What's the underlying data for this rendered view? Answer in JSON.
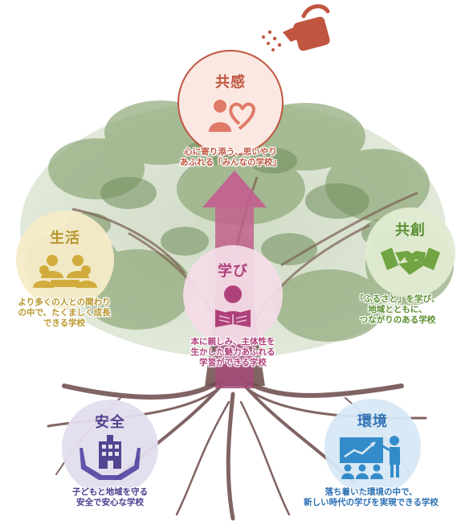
{
  "colors": {
    "kyokan": "#c0563f",
    "seikatsu": "#b8952a",
    "manabi": "#b0407a",
    "kyoso": "#5a8f2e",
    "anzen": "#4a3a8c",
    "kankyo": "#2a6fb3",
    "trunk": "#6b4a48",
    "leaf": "#8fa879"
  },
  "nodes": {
    "kyokan": {
      "title": "共感",
      "icon": "person-heart-icon",
      "caption": [
        "心に寄り添う、思いやり",
        "あふれる「みんなの学校」"
      ]
    },
    "seikatsu": {
      "title": "生活",
      "icon": "group-people-icon",
      "caption": [
        "より多くの人との関わり",
        "の中で、たくましく成長",
        "できる学校"
      ]
    },
    "manabi": {
      "title": "学び",
      "icon": "reading-person-icon",
      "caption": [
        "本に親しみ、主体性を",
        "生かした魅力あふれる",
        "学習ができる学校"
      ]
    },
    "kyoso": {
      "title": "共創",
      "icon": "handshake-icon",
      "caption": [
        "「ふるさと」を学び、",
        "地域とともに、",
        "つながりのある学校"
      ]
    },
    "anzen": {
      "title": "安全",
      "icon": "hands-building-icon",
      "caption": [
        "子どもと地域を守る",
        "安全で安心な学校"
      ]
    },
    "kankyo": {
      "title": "環境",
      "icon": "presentation-icon",
      "caption": [
        "落ち着いた環境の中で、",
        "新しい時代の学びを実現できる学校"
      ]
    }
  },
  "decor": {
    "watering_can": "watering-can-icon",
    "tree": "tree-with-roots"
  }
}
